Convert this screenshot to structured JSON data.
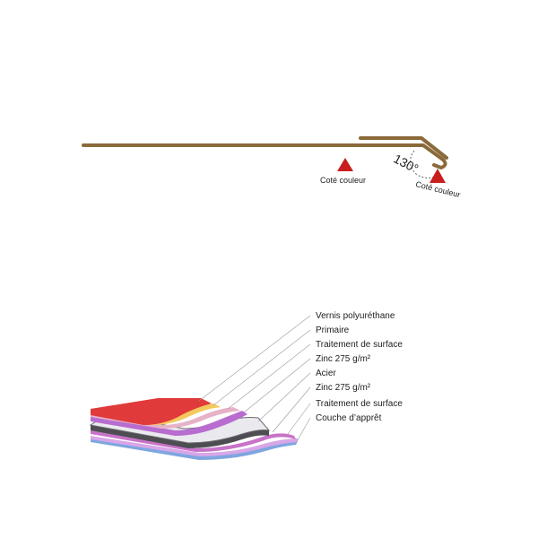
{
  "profile": {
    "angle_label": "130°",
    "color_side_label_1": "Coté couleur",
    "color_side_label_2": "Coté couleur",
    "colors": {
      "steel_edge": "#8a6a3a",
      "marker": "#c81e1e"
    }
  },
  "layers": {
    "labels": [
      "Vernis polyuréthane",
      "Primaire",
      "Traitement de surface",
      "Zinc 275 g/m²",
      "Acier",
      "Zinc 275 g/m²",
      "Traitement de surface",
      "Couche d’apprêt"
    ],
    "colors": {
      "varnish": "#e03a3a",
      "primer": "#f4c95d",
      "treatment_top": "#e6b2c8",
      "zinc_top": "#b86ccf",
      "steel": "#6c6c72",
      "zinc_bottom": "#c872c8",
      "treatment_bottom": "#d8a6e8",
      "base_coat": "#7ea6e0"
    }
  }
}
